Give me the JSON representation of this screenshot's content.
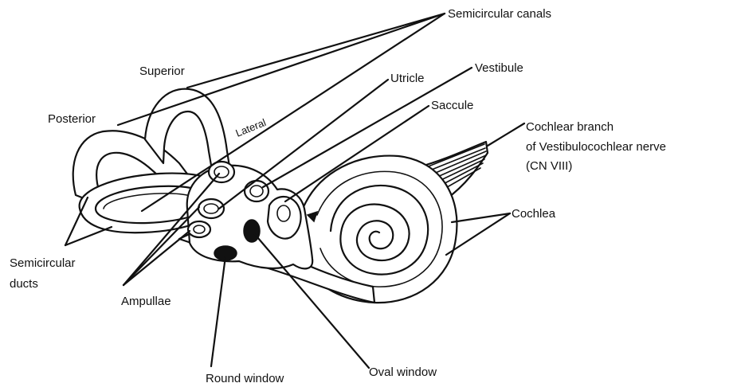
{
  "labels": {
    "semicircular_canals": "Semicircular canals",
    "superior": "Superior",
    "posterior": "Posterior",
    "lateral": "Lateral",
    "utricle": "Utricle",
    "vestibule": "Vestibule",
    "saccule": "Saccule",
    "cochlear_branch_line1": "Cochlear branch",
    "cochlear_branch_line2": "of Vestibulocochlear nerve",
    "cochlear_branch_line3": "(CN VIII)",
    "cochlea": "Cochlea",
    "semicircular_ducts_line1": "Semicircular",
    "semicircular_ducts_line2": "ducts",
    "ampullae": "Ampullae",
    "round_window": "Round window",
    "oval_window": "Oval window"
  }
}
